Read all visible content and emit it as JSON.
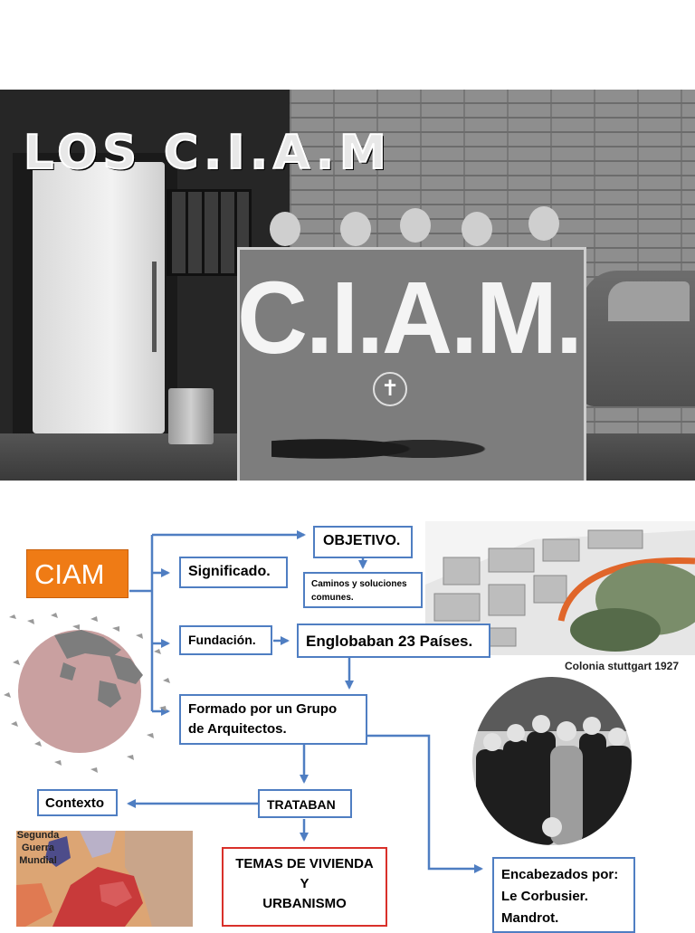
{
  "slide": {
    "title": "LOS C.I.A.M",
    "sign_text": "C.I.A.M."
  },
  "diagram": {
    "ciam": "CIAM",
    "significado": "Significado.",
    "objetivo": "OBJETIVO.",
    "caminos": [
      "Caminos y soluciones",
      "comunes."
    ],
    "fundacion": "Fundación.",
    "englobaban": "Englobaban 23 Países.",
    "formado": [
      "Formado por un Grupo",
      "de Arquitectos."
    ],
    "trataban": "TRATABAN",
    "contexto": "Contexto",
    "temas": [
      "TEMAS DE VIVIENDA",
      "Y",
      "URBANISMO"
    ],
    "encabezados": [
      "Encabezados por:",
      "Le Corbusier.",
      "Mandrot."
    ]
  },
  "captions": {
    "stuttgart": "Colonia stuttgart 1927",
    "segunda": [
      "Segunda Guerra",
      "Mundial"
    ]
  },
  "colors": {
    "ciam_orange": "#ef7b15",
    "box_border": "#4f7ec2",
    "arrow": "#4f7ec2",
    "temas_border": "#d9302a"
  }
}
